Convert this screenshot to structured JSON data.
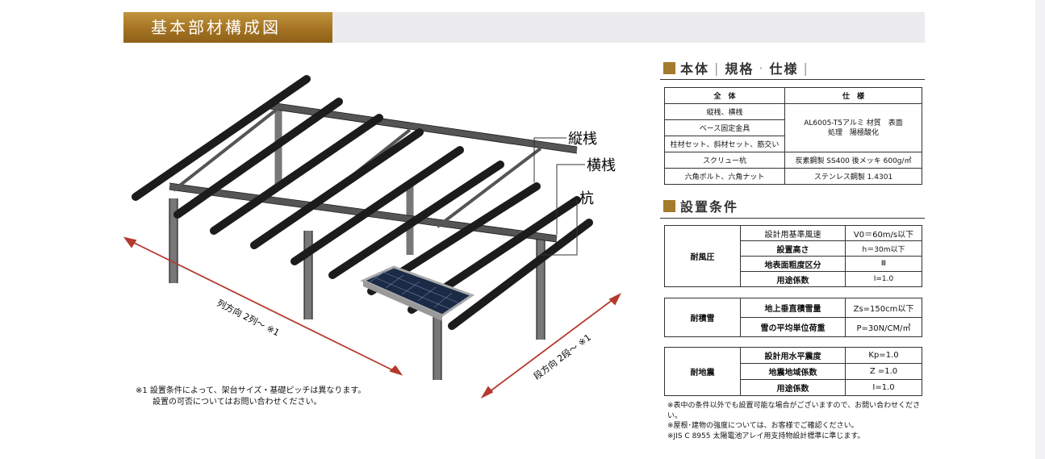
{
  "title": "基本部材構成図",
  "diagram": {
    "labels": {
      "vertical_rail": "縦桟",
      "horizontal_rail": "横桟",
      "pile": "杭",
      "column_dir": "列方向 2列～ ※1",
      "row_dir": "段方向 2段～ ※1"
    },
    "note_lines": [
      "※1 設置条件によって、架台サイズ・基礎ピッチは異なります。",
      "設置の可否についてはお問い合わせください。"
    ]
  },
  "spec": {
    "heading": "本体",
    "heading2": "規格",
    "heading3": "仕様",
    "col1": "全　体",
    "col2": "仕　様",
    "rows": [
      {
        "item": "縦桟、横桟"
      },
      {
        "item": "ベース固定金具"
      },
      {
        "item": "柱材セット、斜材セット、筋交い"
      },
      {
        "item": "スクリュー杭",
        "value": "炭素鋼製 SS400 後メッキ 600g/㎡"
      },
      {
        "item": "六角ボルト、六角ナット",
        "value": "ステンレス鋼製 1.4301"
      }
    ],
    "merged_value_1": "AL6005-T5アルミ 材質　表面",
    "merged_value_2": "処理　陽極酸化"
  },
  "conditions": {
    "heading": "設置条件",
    "wind": {
      "label": "耐風圧",
      "rows": [
        {
          "name": "設計用基準風速",
          "value": "V0＝60m/s以下"
        },
        {
          "name": "設置高さ",
          "value": "h＝30m以下"
        },
        {
          "name": "地表面粗度区分",
          "value": "Ⅲ"
        },
        {
          "name": "用途係数",
          "value": "I=1.0"
        }
      ]
    },
    "snow": {
      "label": "耐積雪",
      "rows": [
        {
          "name": "地上垂直積雪量",
          "value": "Zs=150cm以下"
        },
        {
          "name": "雪の平均単位荷重",
          "value": "P=30N/CM/㎡"
        }
      ]
    },
    "quake": {
      "label": "耐地震",
      "rows": [
        {
          "name": "設計用水平震度",
          "value": "Kp=1.0"
        },
        {
          "name": "地震地域係数",
          "value": "Z =1.0"
        },
        {
          "name": "用途係数",
          "value": "I=1.0"
        }
      ]
    },
    "notes": [
      "※表中の条件以外でも設置可能な場合がございますので、お問い合わせください。",
      "※屋根･建物の強度については、お客様でご確認ください。",
      "※JIS C 8955 太陽電池アレイ用支持物設計標準に準じます。"
    ]
  }
}
